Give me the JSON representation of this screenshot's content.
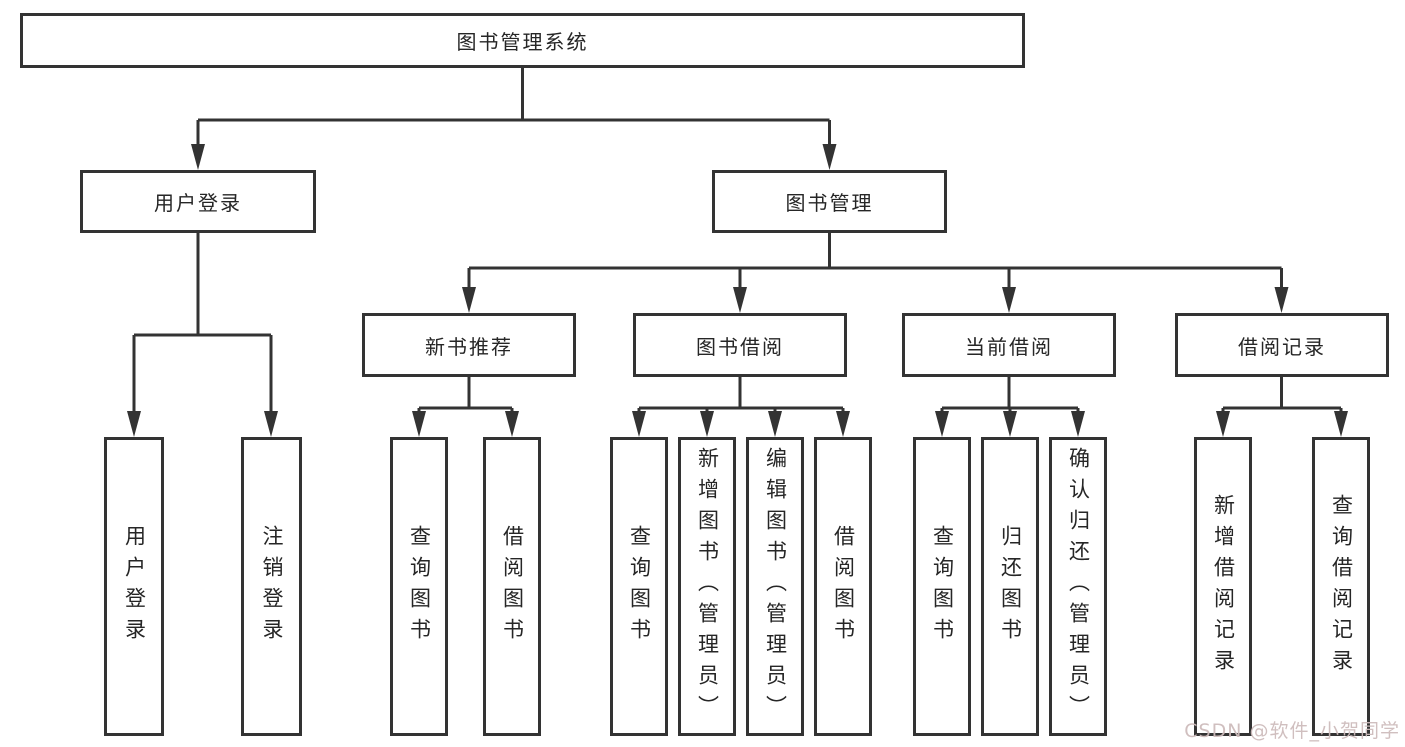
{
  "diagram_title": "图书管理系统",
  "colors": {
    "line": "#333333",
    "box_border": "#333333",
    "box_background": "#ffffff",
    "text": "#262626",
    "watermark": "#cdbcbc"
  },
  "tree": {
    "root": {
      "label": "图书管理系统"
    },
    "login": {
      "label": "用户登录",
      "children": [
        {
          "label": "用户登录"
        },
        {
          "label": "注销登录"
        }
      ]
    },
    "management": {
      "label": "图书管理",
      "sections": [
        {
          "label": "新书推荐",
          "children": [
            {
              "label": "查询图书"
            },
            {
              "label": "借阅图书"
            }
          ]
        },
        {
          "label": "图书借阅",
          "children": [
            {
              "label": "查询图书"
            },
            {
              "label": "新增图书（管理员）"
            },
            {
              "label": "编辑图书（管理员）"
            },
            {
              "label": "借阅图书"
            }
          ]
        },
        {
          "label": "当前借阅",
          "children": [
            {
              "label": "查询图书"
            },
            {
              "label": "归还图书"
            },
            {
              "label": "确认归还（管理员）"
            }
          ]
        },
        {
          "label": "借阅记录",
          "children": [
            {
              "label": "新增借阅记录"
            },
            {
              "label": "查询借阅记录"
            }
          ]
        }
      ]
    }
  },
  "watermark": {
    "text": "CSDN @软件_小贺同学"
  }
}
